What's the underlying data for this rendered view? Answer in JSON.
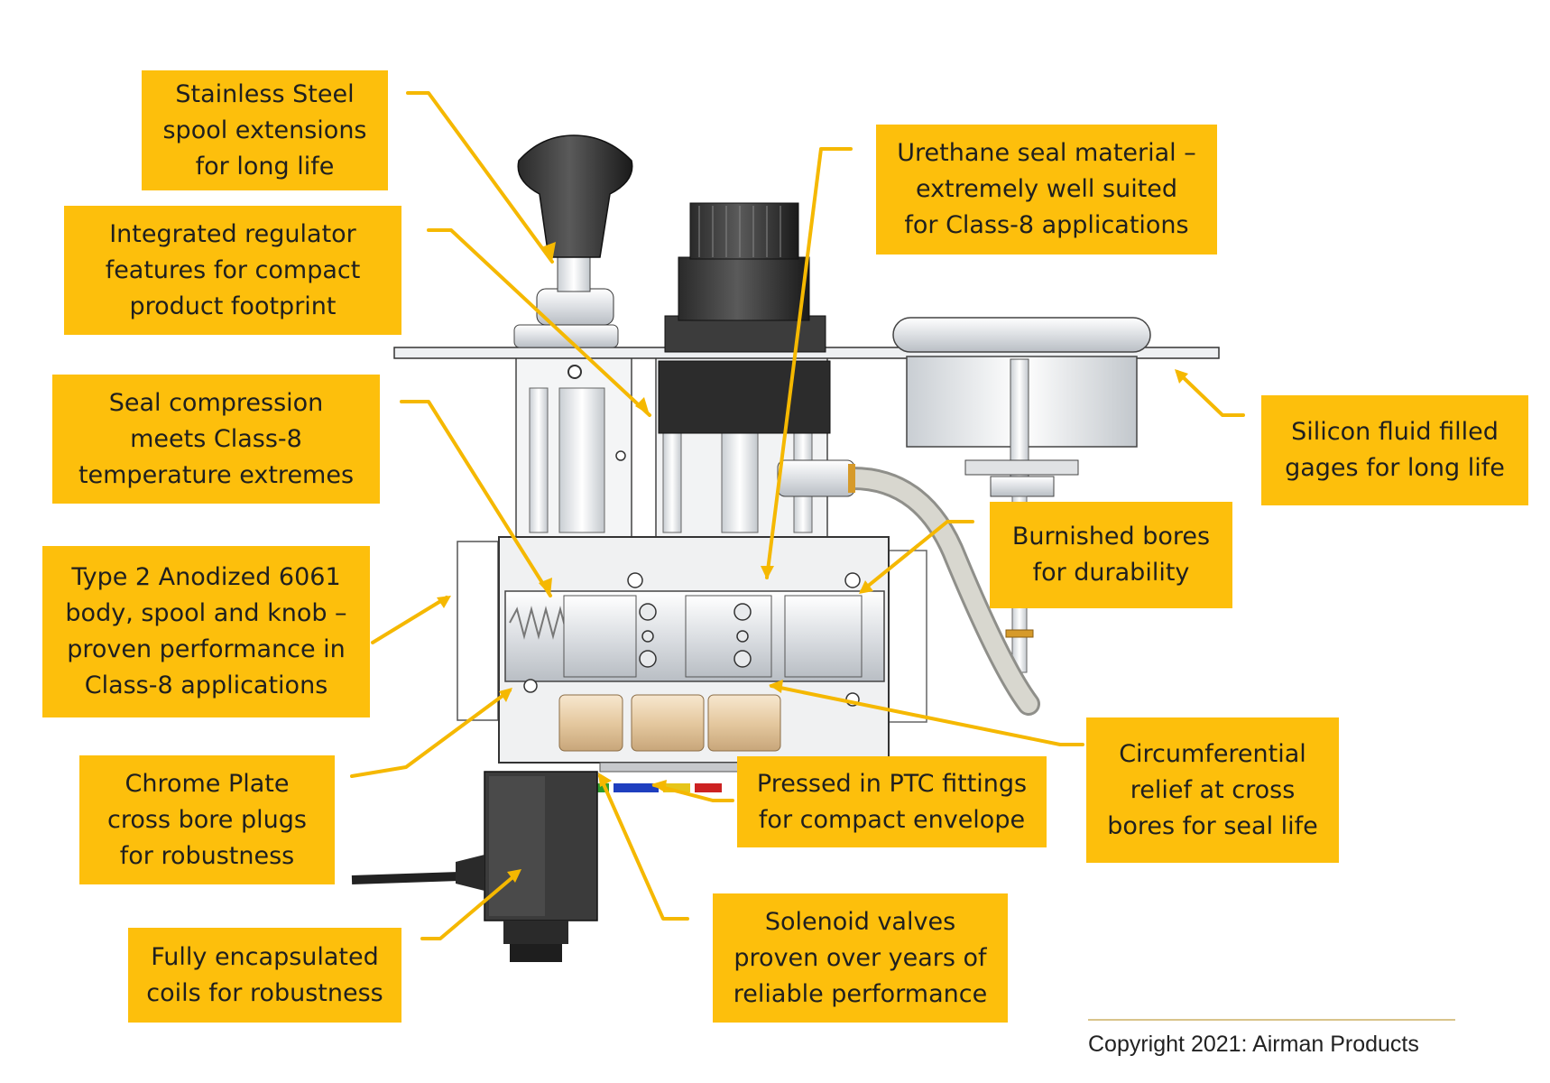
{
  "callouts": {
    "stainless": "Stainless Steel\nspool extensions\nfor long life",
    "regulator": "Integrated regulator\nfeatures for compact\nproduct footprint",
    "seal_compression": "Seal compression\nmeets Class-8\ntemperature extremes",
    "anodized": "Type 2 Anodized 6061\nbody, spool and knob –\nproven performance in\nClass-8 applications",
    "chrome": "Chrome Plate\ncross bore plugs\nfor robustness",
    "coils": "Fully encapsulated\ncoils for robustness",
    "urethane": "Urethane seal material –\nextremely well suited\nfor Class-8 applications",
    "silicon": "Silicon fluid filled\ngages for long life",
    "burnished": "Burnished bores\nfor durability",
    "circumferential": "Circumferential\nrelief at cross\nbores for seal life",
    "ptc": "Pressed in PTC fittings\nfor compact envelope",
    "solenoid": "Solenoid valves\nproven over years of\nreliable performance"
  },
  "copyright": "Copyright 2021: Airman Products",
  "colors": {
    "callout_fill": "#FDBF0C",
    "leader": "#F5B800"
  }
}
